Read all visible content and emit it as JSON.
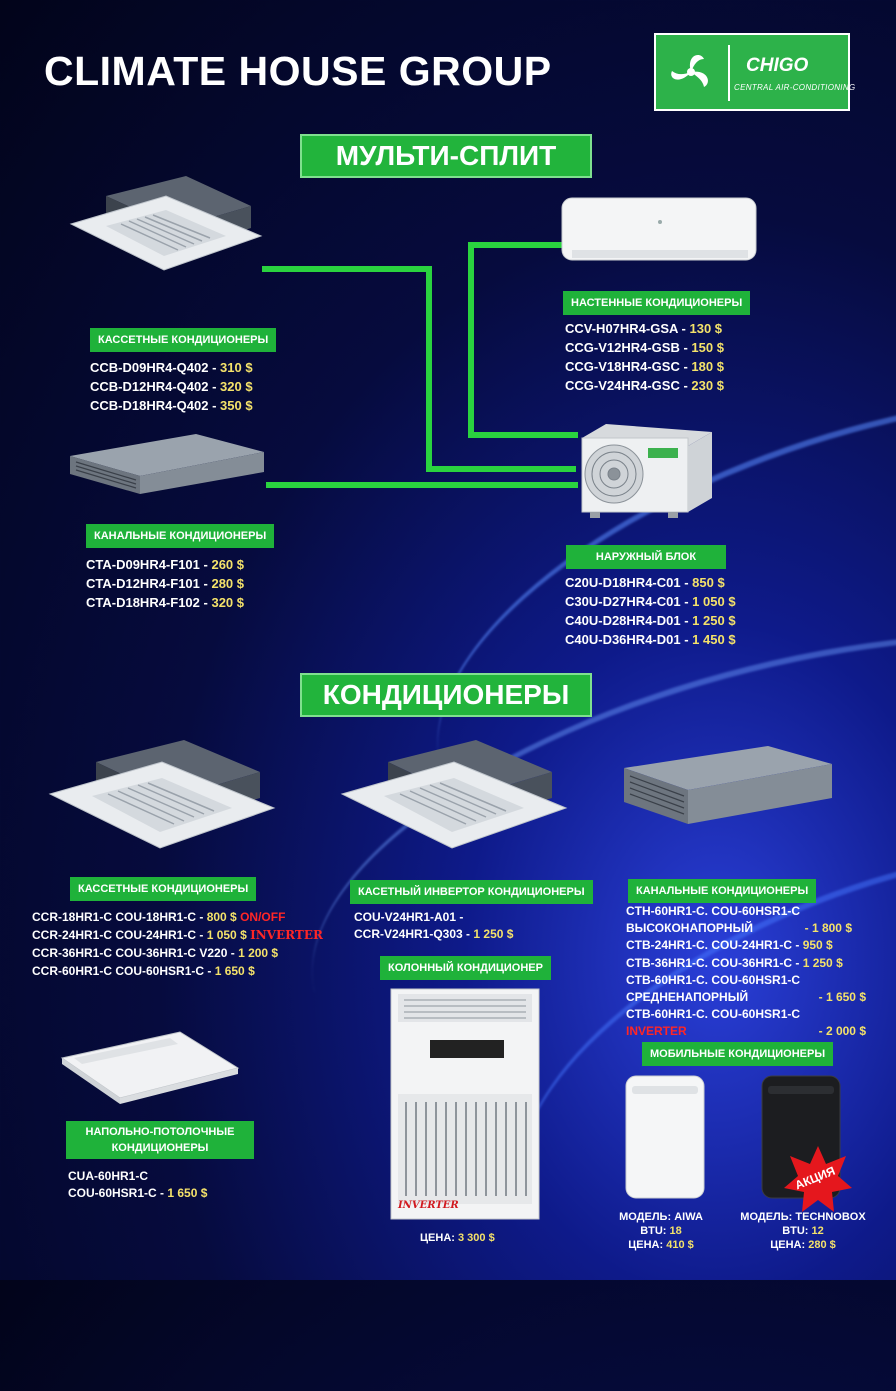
{
  "brand": "CLIMATE HOUSE GROUP",
  "logo": {
    "name": "CHIGO",
    "subtitle": "CENTRAL AIR-CONDITIONING"
  },
  "sections": {
    "multi_split": "МУЛЬТИ-СПЛИТ",
    "conditioners": "КОНДИЦИОНЕРЫ"
  },
  "multi": {
    "cassette": {
      "title": "КАССЕТНЫЕ КОНДИЦИОНЕРЫ",
      "items": [
        {
          "model": "CCB-D09HR4-Q402 -",
          "price": "310 $"
        },
        {
          "model": "CCB-D12HR4-Q402 -",
          "price": "320 $"
        },
        {
          "model": "CCB-D18HR4-Q402 -",
          "price": "350 $"
        }
      ]
    },
    "wall": {
      "title": "НАСТЕННЫЕ КОНДИЦИОНЕРЫ",
      "items": [
        {
          "model": "CCV-H07HR4-GSA -",
          "price": "130 $"
        },
        {
          "model": "CCG-V12HR4-GSB -",
          "price": "150 $"
        },
        {
          "model": "CCG-V18HR4-GSC -",
          "price": "180 $"
        },
        {
          "model": "CCG-V24HR4-GSC -",
          "price": "230 $"
        }
      ]
    },
    "duct": {
      "title": "КАНАЛЬНЫЕ КОНДИЦИОНЕРЫ",
      "items": [
        {
          "model": "CTA-D09HR4-F101 -",
          "price": "260 $"
        },
        {
          "model": "CTA-D12HR4-F101 -",
          "price": "280 $"
        },
        {
          "model": "CTA-D18HR4-F102 -",
          "price": "320 $"
        }
      ]
    },
    "outdoor": {
      "title": "НАРУЖНЫЙ БЛОК",
      "items": [
        {
          "model": "C20U-D18HR4-C01 -",
          "price": "850 $"
        },
        {
          "model": "C30U-D27HR4-C01 -",
          "price": "1 050 $"
        },
        {
          "model": "C40U-D28HR4-D01 -",
          "price": "1 250 $"
        },
        {
          "model": "C40U-D36HR4-D01 -",
          "price": "1 450 $"
        }
      ]
    }
  },
  "single": {
    "cassette": {
      "title": "КАССЕТНЫЕ КОНДИЦИОНЕРЫ",
      "items": [
        {
          "model": "CCR-18HR1-C COU-18HR1-C -",
          "price": "800 $",
          "note": "ON/OFF"
        },
        {
          "model": "CCR-24HR1-C COU-24HR1-C -",
          "price": "1 050 $",
          "note": "INVERTER"
        },
        {
          "model": "CCR-36HR1-C COU-36HR1-C V220 -",
          "price": "1 200 $",
          "note": ""
        },
        {
          "model": "CCR-60HR1-C COU-60HSR1-C -",
          "price": "1 650 $",
          "note": ""
        }
      ]
    },
    "inverter_cassette": {
      "title": "КАСЕТНЫЙ ИНВЕРТОР КОНДИЦИОНЕРЫ",
      "line1": "COU-V24HR1-A01 -",
      "line2": "CCR-V24HR1-Q303 -",
      "price": "1 250 $"
    },
    "column": {
      "title": "КОЛОННЫЙ КОНДИЦИОНЕР",
      "badge": "INVERTER",
      "price_label": "ЦЕНА:",
      "price": "3 300 $"
    },
    "duct": {
      "title": "КАНАЛЬНЫЕ КОНДИЦИОНЕРЫ",
      "rows": [
        {
          "text": "CTH-60HR1-C. COU-60HSR1-C",
          "price": ""
        },
        {
          "text": "ВЫСОКОНАПОРНЫЙ",
          "price": "- 1 800 $"
        },
        {
          "text": "CTB-24HR1-C. COU-24HR1-C -",
          "price": "950 $"
        },
        {
          "text": "CTB-36HR1-C. COU-36HR1-C -",
          "price": "1 250 $"
        },
        {
          "text": "CTB-60HR1-C. COU-60HSR1-C",
          "price": ""
        },
        {
          "text": "СРЕДНЕНАПОРНЫЙ",
          "price": "- 1 650 $"
        },
        {
          "text": "CTB-60HR1-C. COU-60HSR1-C",
          "price": ""
        },
        {
          "text": "INVERTER",
          "price": "- 2 000 $"
        }
      ]
    },
    "floor_ceiling": {
      "title_line1": "НАПОЛЬНО-ПОТОЛОЧНЫЕ",
      "title_line2": "КОНДИЦИОНЕРЫ",
      "line1": "CUA-60HR1-C",
      "line2": "COU-60HSR1-C -",
      "price": "1 650 $"
    },
    "mobile": {
      "title": "МОБИЛЬНЫЕ КОНДИЦИОНЕРЫ",
      "promo": "АКЦИЯ",
      "units": [
        {
          "model_label": "МОДЕЛЬ:",
          "model": "AIWA",
          "btu_label": "BTU:",
          "btu": "18",
          "price_label": "ЦЕНА:",
          "price": "410 $"
        },
        {
          "model_label": "МОДЕЛЬ:",
          "model": "TECHNOBOX",
          "btu_label": "BTU:",
          "btu": "12",
          "price_label": "ЦЕНА:",
          "price": "280 $"
        }
      ]
    }
  },
  "colors": {
    "green": "#22b43c",
    "price": "#f4e26a",
    "red": "#ff2626"
  }
}
